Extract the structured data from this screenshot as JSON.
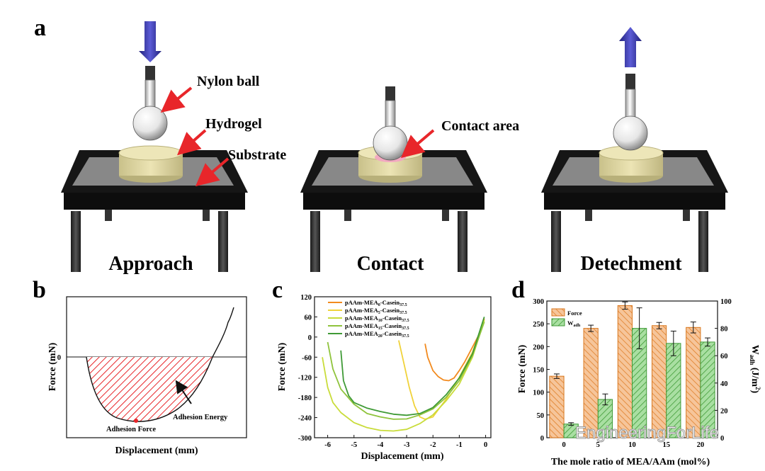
{
  "panel_a": {
    "letter": "a",
    "callouts": {
      "nylon_ball": "Nylon ball",
      "hydrogel": "Hydrogel",
      "substrate": "Substrate",
      "contact_area": "Contact area"
    },
    "steps": [
      "Approach",
      "Contact",
      "Detechment"
    ]
  },
  "panel_b": {
    "letter": "b",
    "xlabel": "Displacement (mm)",
    "ylabel": "Force (mN)",
    "zero_tick": "0",
    "adhesion_energy": "Adhesion Energy",
    "adhesion_force": "Adhesion Force"
  },
  "chart_data": [
    {
      "type": "line",
      "panel": "c",
      "letter": "c",
      "xlabel": "Displacement (mm)",
      "ylabel": "Force (mN)",
      "xlim": [
        -6.5,
        0.2
      ],
      "ylim": [
        -300,
        120
      ],
      "xticks": [
        "-6",
        "-5",
        "-4",
        "-3",
        "-2",
        "-1",
        "0"
      ],
      "yticks": [
        "120",
        "60",
        "0",
        "-60",
        "-120",
        "-180",
        "-240",
        "-300"
      ],
      "series": [
        {
          "name_base": "pAAm-MEA",
          "name_sub1": "0",
          "name_mid": "-Casein",
          "name_sub2": "37.5",
          "color": "#f28a1e",
          "x": [
            -2.3,
            -2.2,
            -2.0,
            -1.8,
            -1.6,
            -1.4,
            -1.2,
            -1.0,
            -0.8,
            -0.6,
            -0.4,
            -0.2,
            -0.05
          ],
          "y": [
            -20,
            -60,
            -100,
            -118,
            -128,
            -130,
            -122,
            -100,
            -75,
            -45,
            -15,
            15,
            55
          ]
        },
        {
          "name_base": "pAAm-MEA",
          "name_sub1": "5",
          "name_mid": "-Casein",
          "name_sub2": "37.5",
          "color": "#f0d23a",
          "x": [
            -3.3,
            -3.1,
            -2.9,
            -2.7,
            -2.5,
            -2.3,
            -2.0,
            -1.5,
            -1.0,
            -0.5,
            -0.05
          ],
          "y": [
            -10,
            -80,
            -150,
            -205,
            -238,
            -245,
            -238,
            -185,
            -120,
            -45,
            50
          ]
        },
        {
          "name_base": "pAAm-MEA",
          "name_sub1": "10",
          "name_mid": "-Casein",
          "name_sub2": "37.5",
          "color": "#c9dc3a",
          "x": [
            -6.2,
            -6.0,
            -5.8,
            -5.5,
            -5.0,
            -4.5,
            -4.0,
            -3.5,
            -3.0,
            -2.5,
            -2.0,
            -1.5,
            -1.0,
            -0.5,
            -0.05
          ],
          "y": [
            -60,
            -150,
            -195,
            -225,
            -255,
            -270,
            -278,
            -280,
            -275,
            -258,
            -232,
            -190,
            -140,
            -60,
            50
          ]
        },
        {
          "name_base": "pAAm-MEA",
          "name_sub1": "15",
          "name_mid": "-Casein",
          "name_sub2": "37.5",
          "color": "#8fc33c",
          "x": [
            -6.0,
            -5.8,
            -5.5,
            -5.0,
            -4.5,
            -4.0,
            -3.5,
            -3.0,
            -2.5,
            -2.0,
            -1.5,
            -1.0,
            -0.5,
            -0.05
          ],
          "y": [
            -15,
            -95,
            -155,
            -200,
            -228,
            -238,
            -245,
            -244,
            -232,
            -214,
            -180,
            -130,
            -55,
            45
          ]
        },
        {
          "name_base": "pAAm-MEA",
          "name_sub1": "20",
          "name_mid": "-Casein",
          "name_sub2": "37.5",
          "color": "#3f9a36",
          "x": [
            -5.5,
            -5.4,
            -5.2,
            -5.0,
            -4.5,
            -4.0,
            -3.5,
            -3.0,
            -2.5,
            -2.0,
            -1.5,
            -1.0,
            -0.5,
            -0.05
          ],
          "y": [
            -40,
            -130,
            -175,
            -195,
            -212,
            -222,
            -230,
            -233,
            -228,
            -210,
            -172,
            -122,
            -50,
            60
          ]
        }
      ]
    },
    {
      "type": "bar",
      "panel": "d",
      "letter": "d",
      "xlabel": "The mole ratio of MEA/AAm (mol%)",
      "ylabel": "Force (mN)",
      "y2label_base": "W",
      "y2label_sub": "adh",
      "y2label_unit": " (J/m",
      "y2label_sup": "2",
      "y2label_close": ")",
      "categories": [
        "0",
        "5",
        "10",
        "15",
        "20"
      ],
      "ylim": [
        0,
        300
      ],
      "y2lim": [
        0,
        100
      ],
      "yticks": [
        "0",
        "50",
        "100",
        "150",
        "200",
        "250",
        "300"
      ],
      "y2ticks": [
        "0",
        "20",
        "40",
        "60",
        "80",
        "100"
      ],
      "series": [
        {
          "name": "Force",
          "color": "#f0a060",
          "stroke": "#d9781f",
          "axis": "left",
          "values": [
            135,
            240,
            290,
            246,
            242
          ],
          "errors": [
            5,
            7,
            8,
            7,
            12
          ]
        },
        {
          "name_base": "W",
          "name_sub": "adh",
          "color": "#8fd08a",
          "stroke": "#3f9a36",
          "axis": "right",
          "values": [
            10,
            28,
            80,
            69,
            70
          ],
          "errors": [
            1,
            4,
            15,
            9,
            3
          ]
        }
      ]
    }
  ],
  "watermark": "EngineeringForLife",
  "colors": {
    "arrow_red": "#e8262a",
    "hydrogel": "#ded7a0",
    "contact_pink": "#f2a9c0",
    "table_black": "#111111",
    "table_top": "#808080",
    "approach_arrow": "#2f2f9e"
  }
}
